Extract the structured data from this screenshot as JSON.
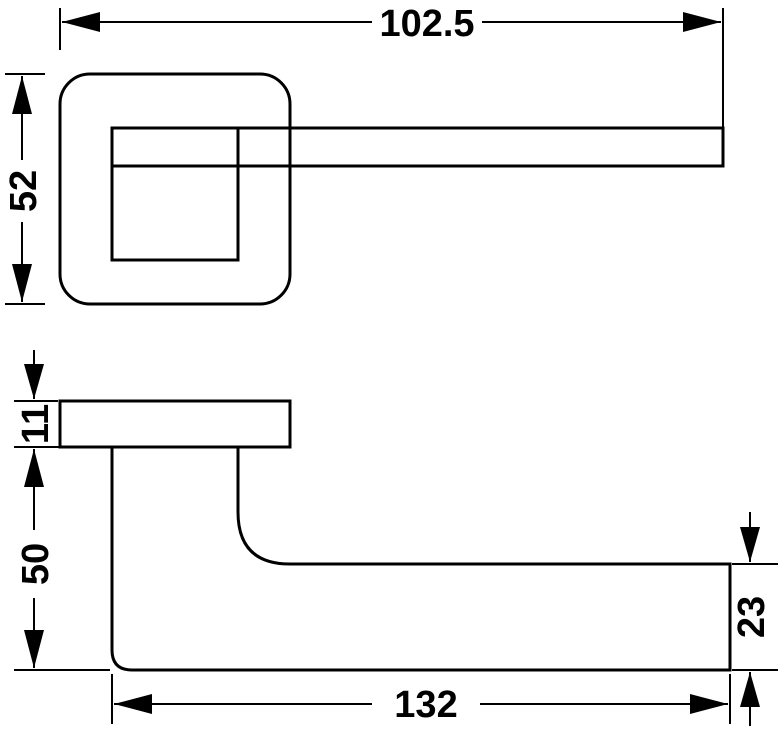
{
  "drawing": {
    "dimensions": {
      "width": "102.5",
      "height_front": "52",
      "rose_thickness": "11",
      "projection": "50",
      "grip_height": "23",
      "length": "132"
    }
  }
}
